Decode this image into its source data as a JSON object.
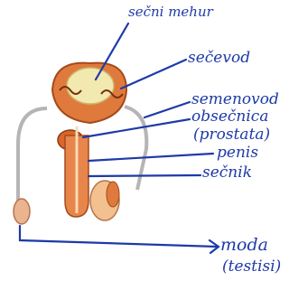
{
  "labels": {
    "seminal_vesicle": "sečni mehur",
    "ejaculatory_duct": "sečevod",
    "vas_deferens": "semenovod",
    "prostate_line1": "obsečnica",
    "prostate_line2": "(prostata)",
    "penis": "penis",
    "urethra": "sečnik",
    "testis_line1": "moda",
    "testis_line2": "(testisi)"
  },
  "colors": {
    "label_ink": "#1e3aa8",
    "organ_fill": "#e07a3c",
    "organ_dark": "#a34a1c",
    "organ_light": "#f3c08f",
    "bladder_fill": "#f2e9b0",
    "duct_line": "#b0b0b0"
  }
}
